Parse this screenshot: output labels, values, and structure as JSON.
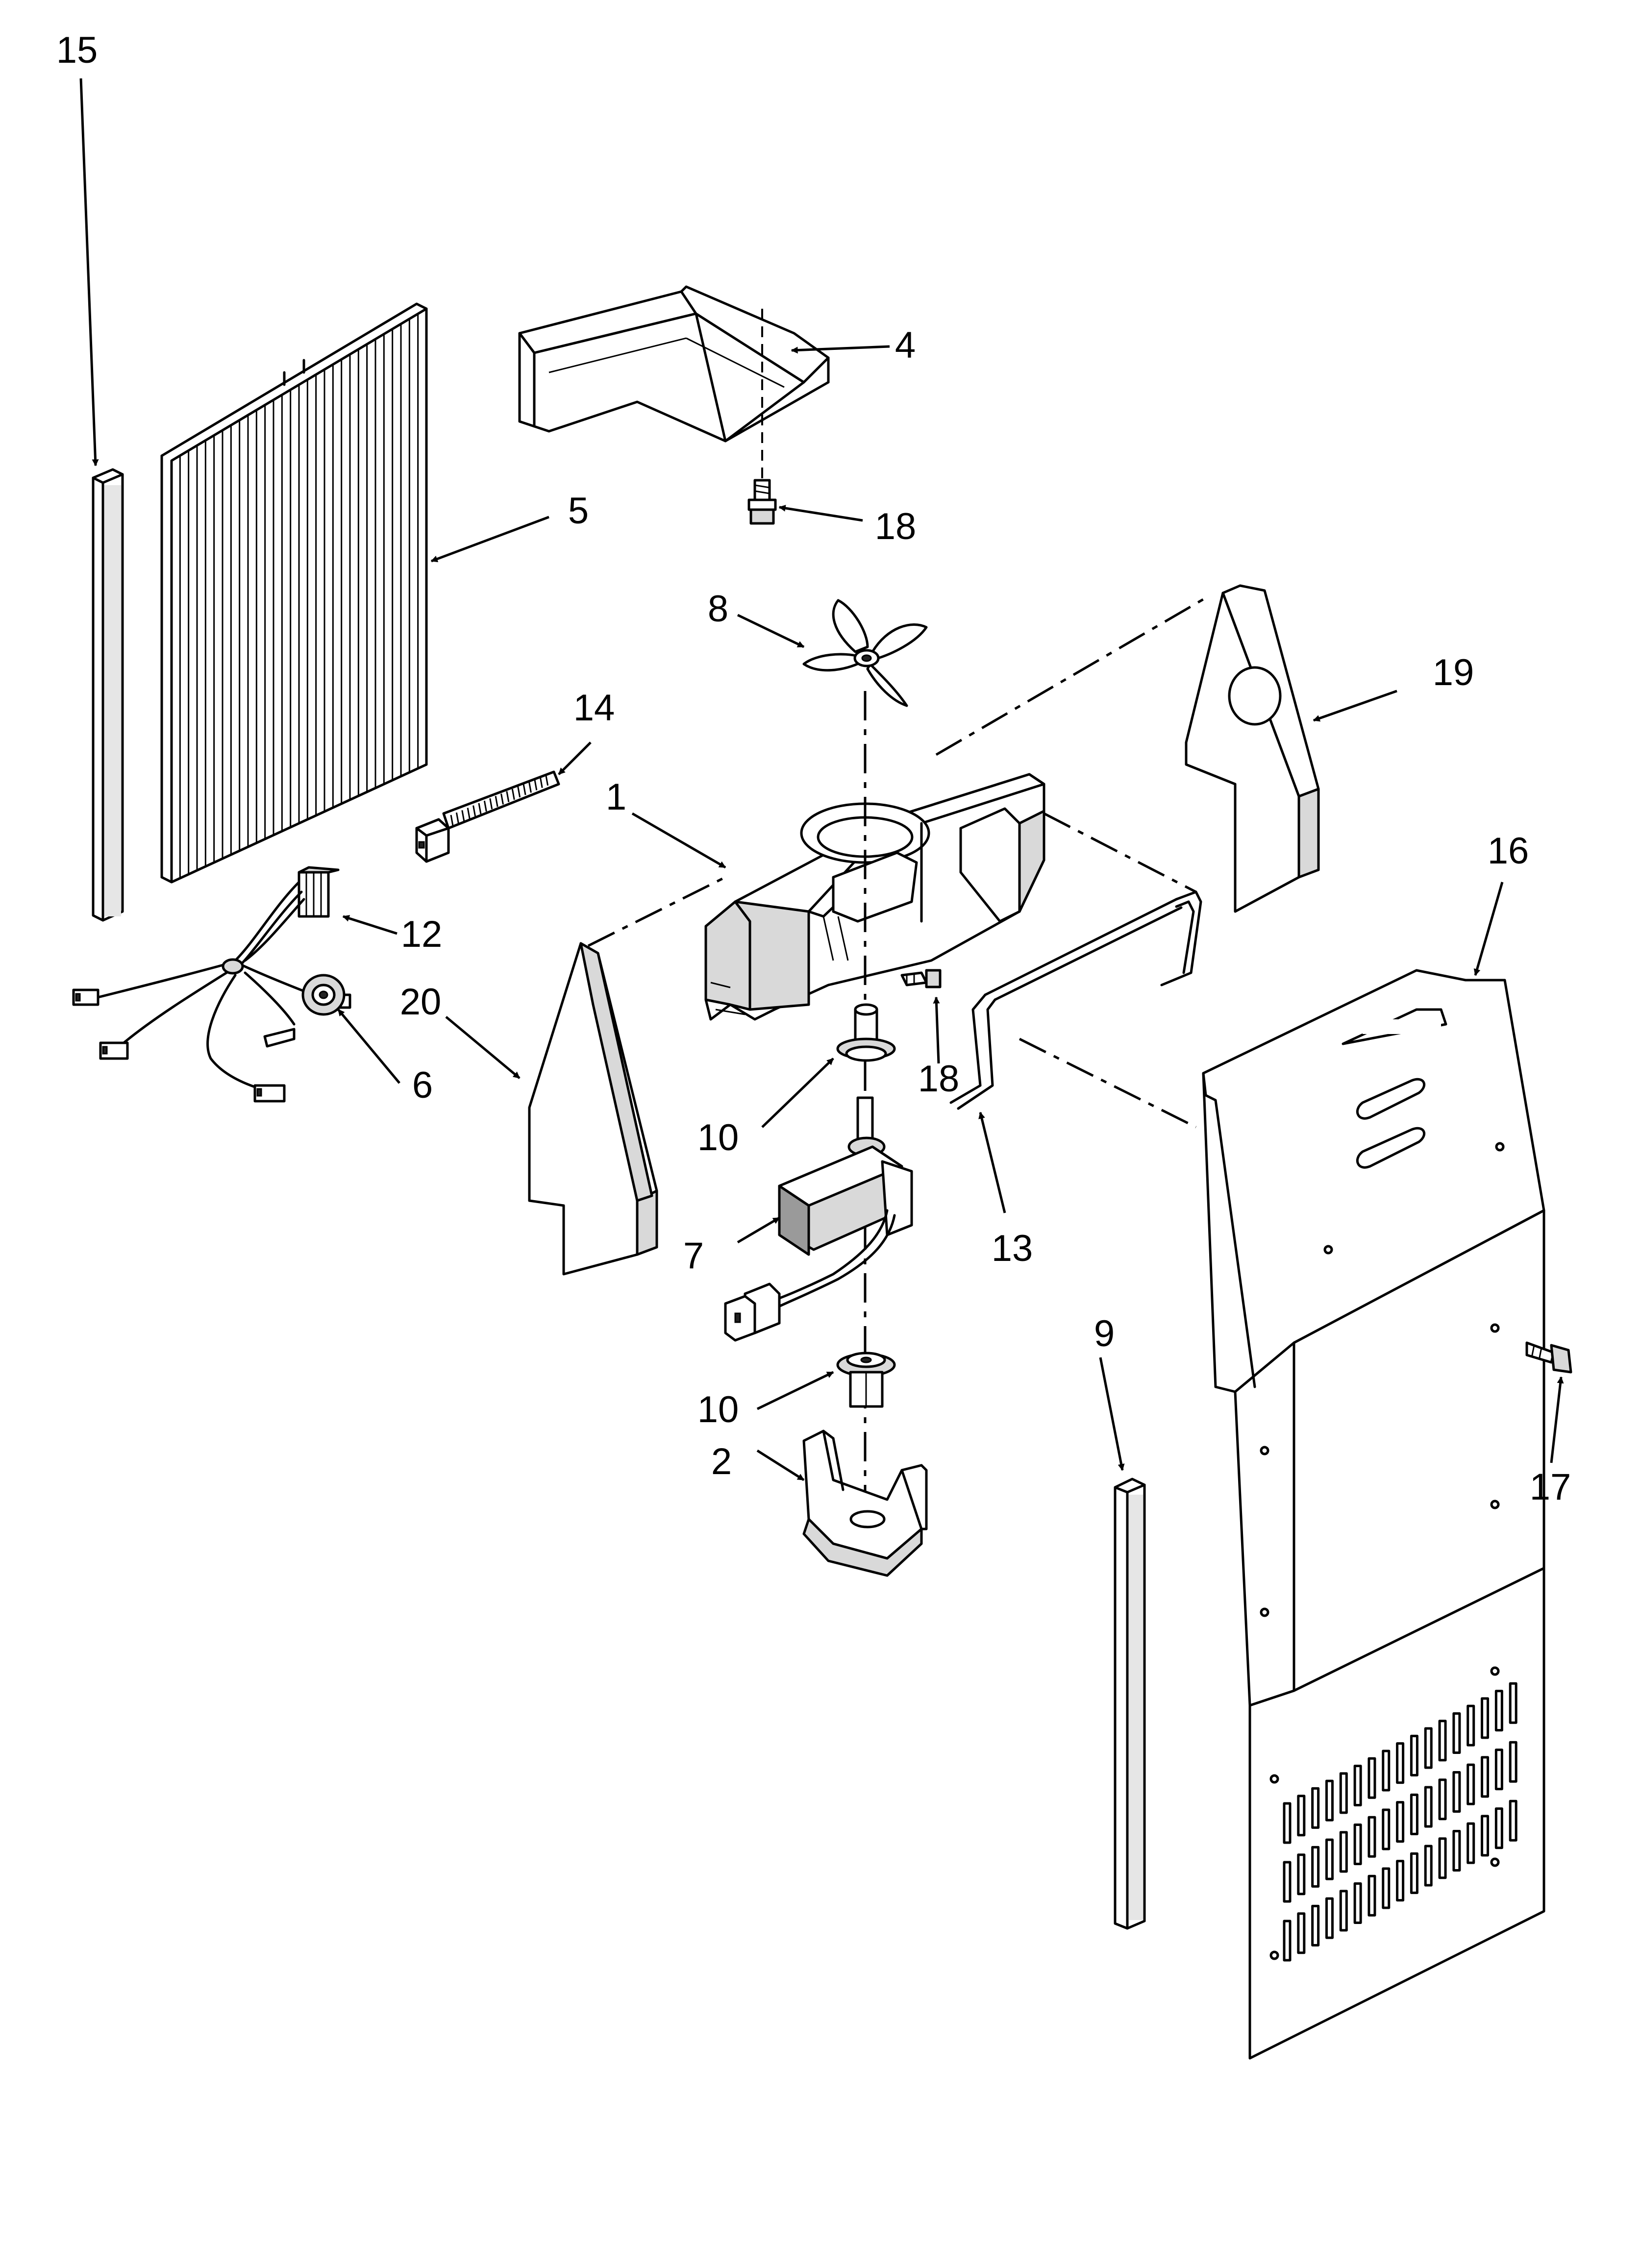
{
  "callouts": {
    "c1": "1",
    "c2": "2",
    "c4": "4",
    "c5": "5",
    "c6": "6",
    "c7": "7",
    "c8": "8",
    "c9": "9",
    "c10a": "10",
    "c10b": "10",
    "c12": "12",
    "c13": "13",
    "c14": "14",
    "c15": "15",
    "c16": "16",
    "c17": "17",
    "c18a": "18",
    "c18b": "18",
    "c19": "19",
    "c20": "20"
  }
}
